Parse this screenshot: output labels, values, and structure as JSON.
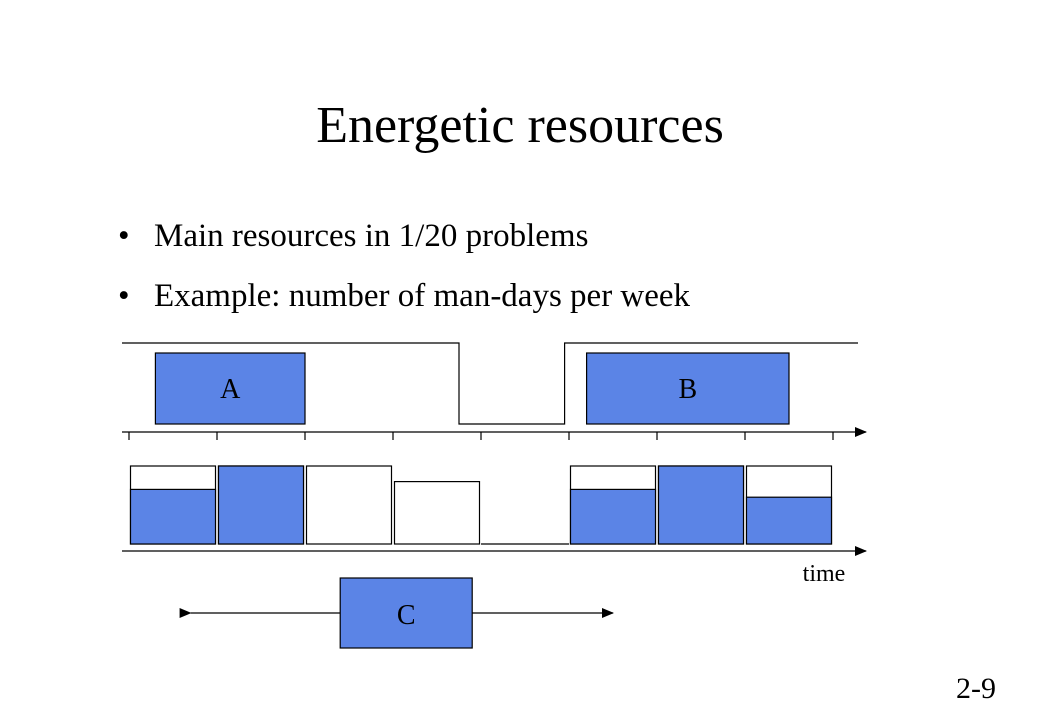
{
  "slide": {
    "title": "Energetic resources",
    "bullets": [
      "Main resources in 1/20 problems",
      "Example: number of man-days per week"
    ],
    "bullet_glyph": "•",
    "page_number": "2-9"
  },
  "diagram": {
    "activities": [
      {
        "label": "A",
        "start_week": 0.3,
        "end_week": 2.0
      },
      {
        "label": "B",
        "start_week": 5.2,
        "end_week": 7.5
      },
      {
        "label": "C",
        "start_week": 2.4,
        "end_week": 3.9
      }
    ],
    "window_C": {
      "start_week": 0.7,
      "end_week": 5.5
    },
    "capacity_profile": {
      "unavailable_from_week": 3.75,
      "unavailable_to_week": 4.95,
      "capacity_level": 1.0
    },
    "weekly_capacity": [
      1.0,
      1.0,
      1.0,
      0.8,
      0.0,
      1.0,
      1.0,
      1.0
    ],
    "weekly_usage": [
      0.7,
      1.0,
      0.0,
      0.0,
      0.0,
      0.7,
      1.0,
      0.6
    ],
    "time_label": "time",
    "colors": {
      "fill": "#5b84e6",
      "stroke": "#000000",
      "background": "#ffffff"
    }
  }
}
